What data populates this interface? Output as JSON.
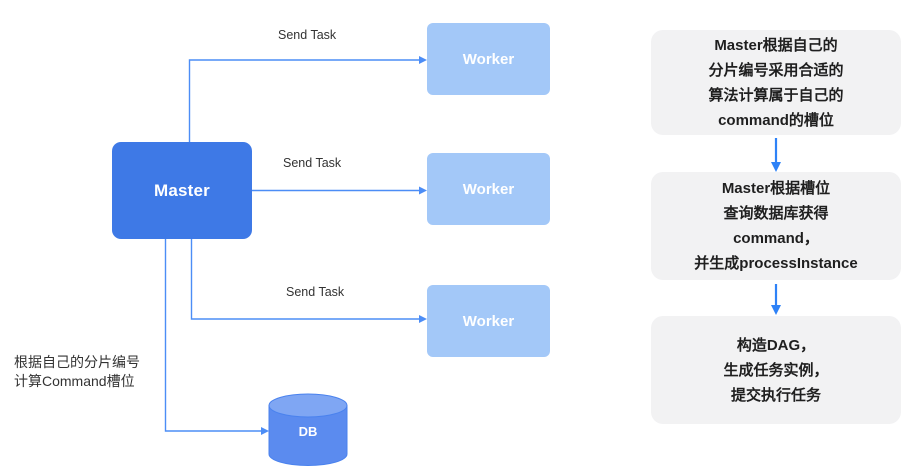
{
  "diagram": {
    "master": {
      "label": "Master"
    },
    "workers": [
      {
        "label": "Worker"
      },
      {
        "label": "Worker"
      },
      {
        "label": "Worker"
      }
    ],
    "db": {
      "label": "DB"
    },
    "edge_labels": [
      "Send Task",
      "Send Task",
      "Send Task"
    ],
    "note": "根据自己的分片编号\n计算Command槽位"
  },
  "flowchart": {
    "steps": [
      {
        "text": "Master根据自己的\n分片编号采用合适的\n算法计算属于自己的\ncommand的槽位"
      },
      {
        "text": "Master根据槽位\n查询数据库获得\ncommand，\n并生成processInstance"
      },
      {
        "text": "构造DAG，\n生成任务实例，\n提交执行任务"
      }
    ]
  },
  "colors": {
    "master_fill": "#3E79E6",
    "worker_fill": "#A3C8F8",
    "db_body": "#5B8BEF",
    "db_top": "#7FA6F3",
    "db_stroke": "#4A82EE",
    "connector": "#4C8DF6",
    "flow_arrow": "#2E82F7",
    "step_bg": "#F2F2F3",
    "text_dark": "#1F1F1F",
    "label_gray": "#333333",
    "node_text": "#FFFFFF"
  }
}
